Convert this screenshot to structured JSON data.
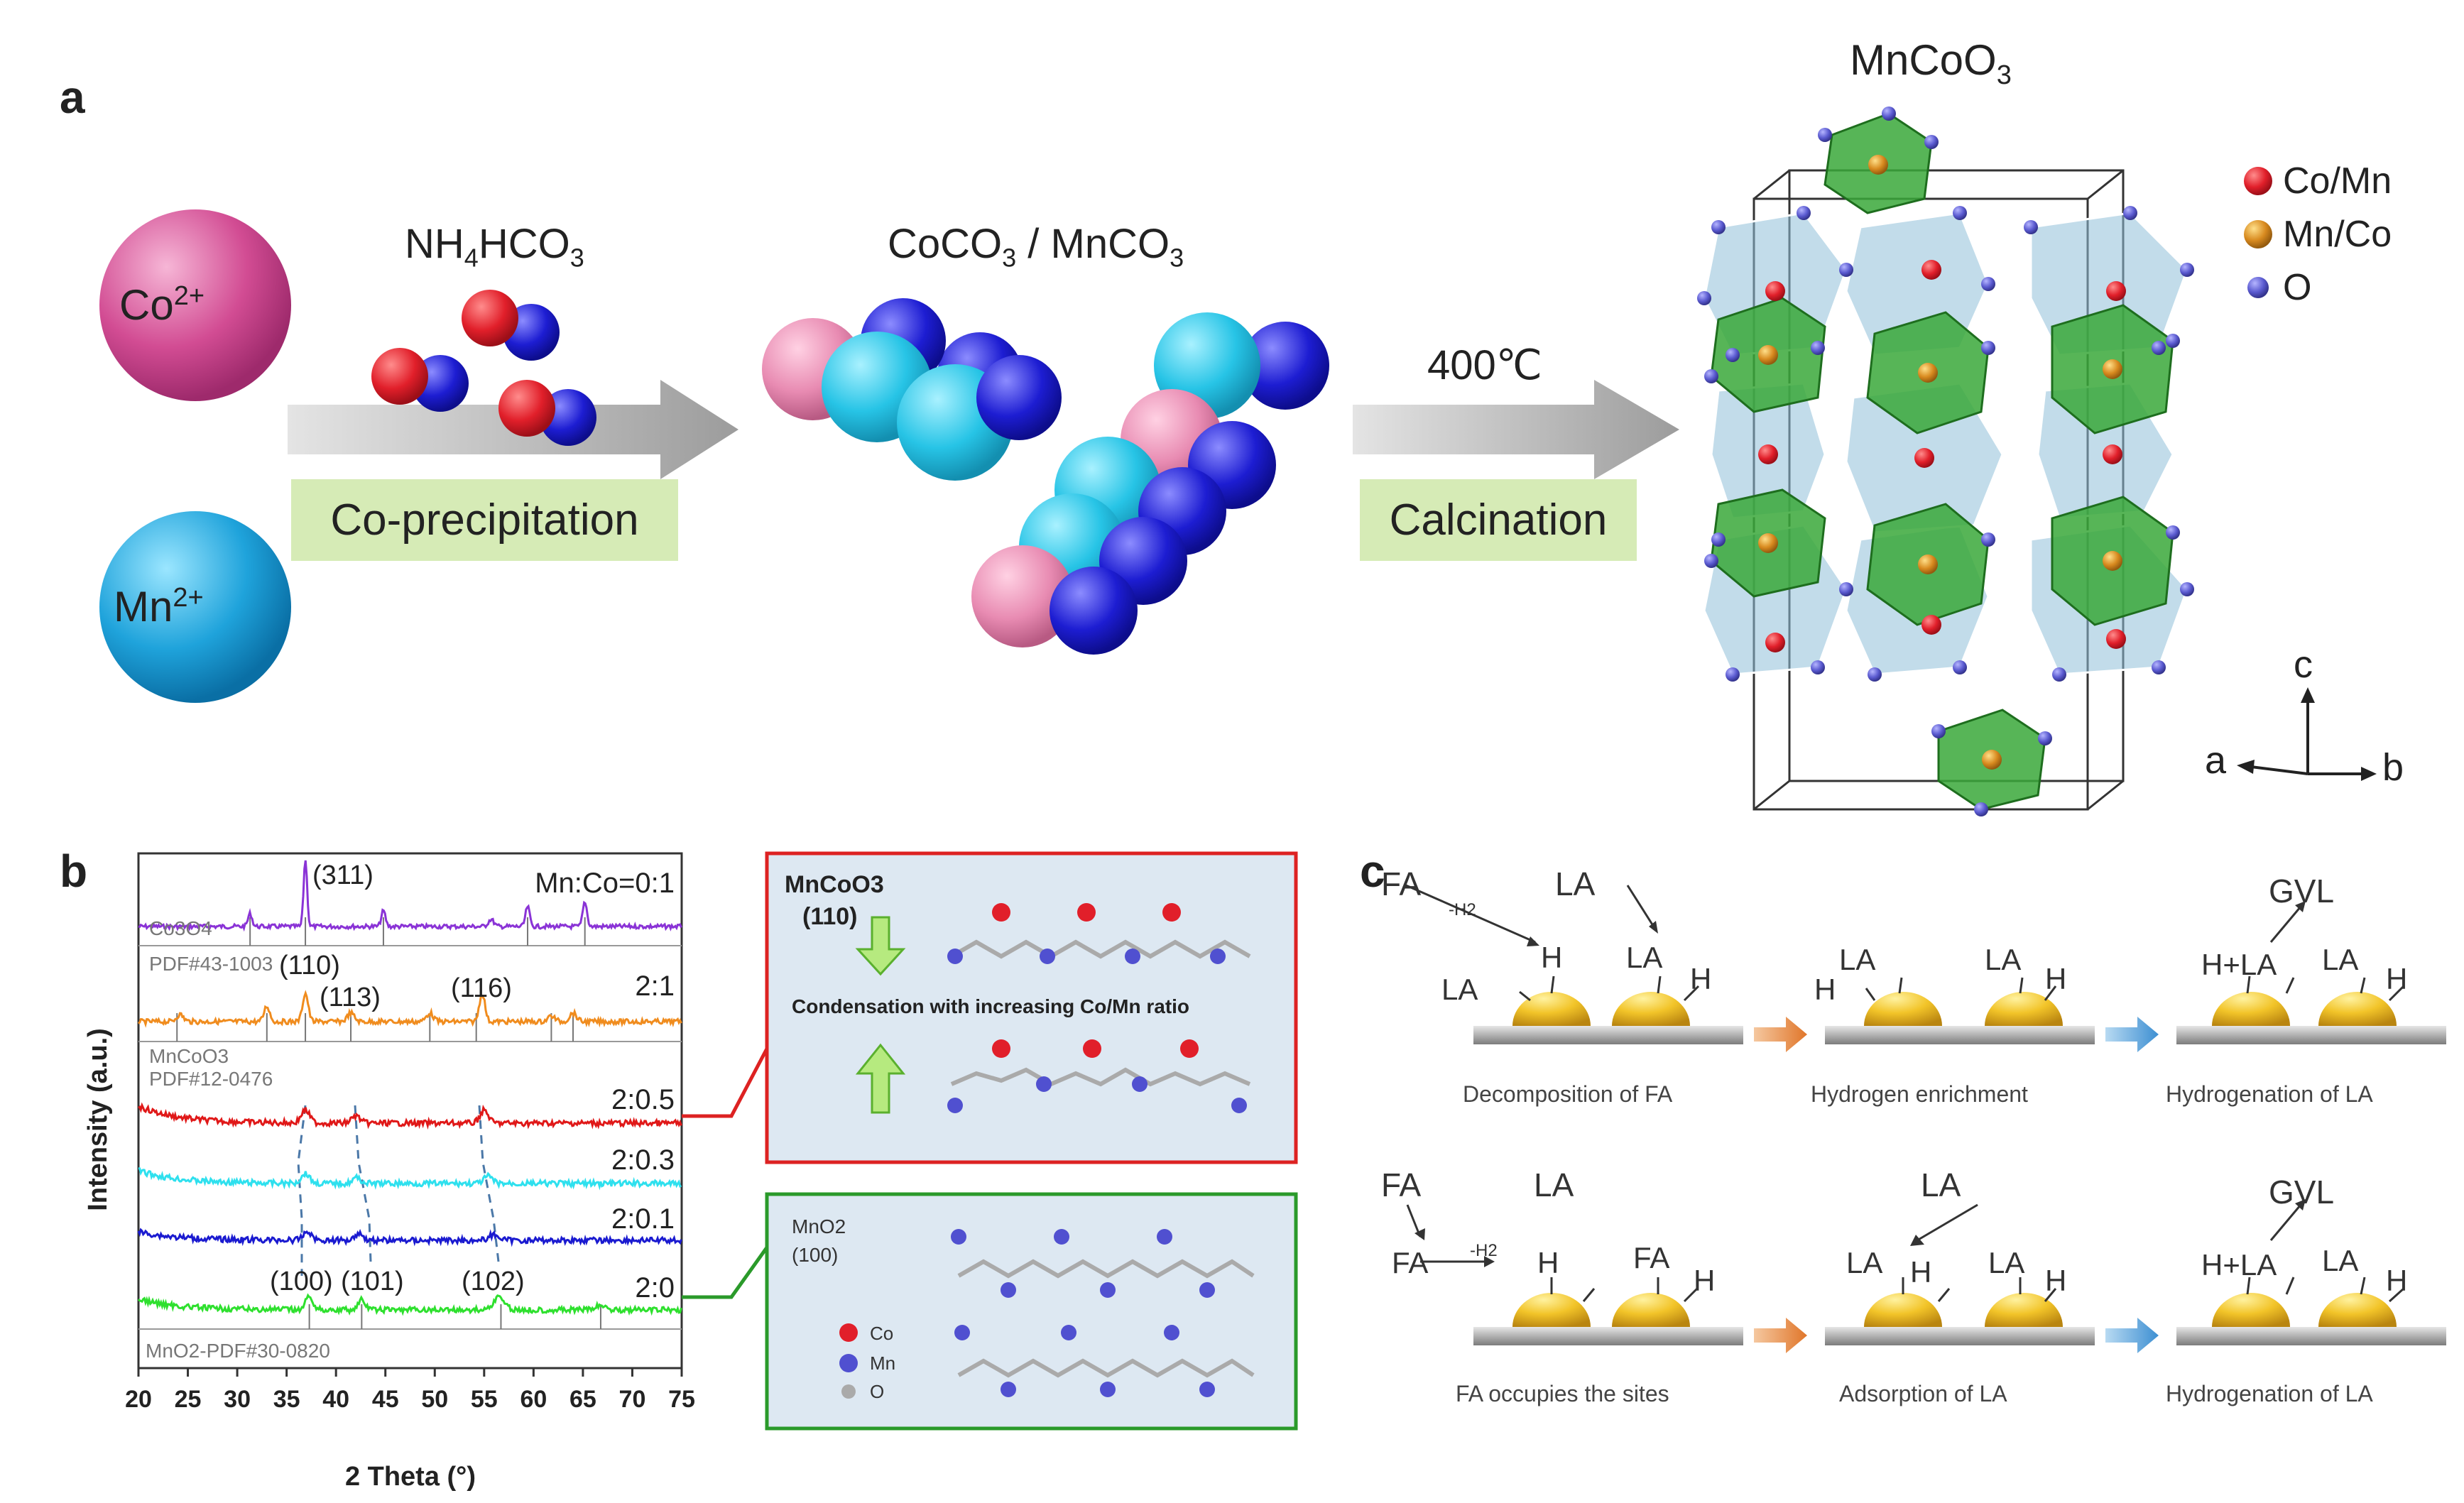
{
  "panels": {
    "a": "a",
    "b": "b",
    "c": "c"
  },
  "panel_a": {
    "ions": {
      "co": "Co2+",
      "co_base": "Co",
      "co_sup": "2+",
      "mn": "Mn2+",
      "mn_base": "Mn",
      "mn_sup": "2+"
    },
    "reagent": {
      "base": "NH",
      "sub1": "4",
      "mid": "HCO",
      "sub2": "3"
    },
    "step1_label": "Co-precipitation",
    "intermediate": {
      "text": "CoCO",
      "sub1": "3",
      "mid": " / MnCO",
      "sub2": "3"
    },
    "temperature": "400℃",
    "step2_label": "Calcination",
    "product": {
      "base": "MnCoO",
      "sub": "3"
    },
    "legend": [
      {
        "label": "Co/Mn",
        "color": "#d0212e"
      },
      {
        "label": "Mn/Co",
        "color": "#d88a1f"
      },
      {
        "label": "O",
        "color": "#5a5ad0"
      }
    ],
    "axes": {
      "c": "c",
      "a": "a",
      "b": "b"
    }
  },
  "panel_b": {
    "xrd_chart": {
      "ylabel": "Intensity (a.u.)",
      "xlabel": "2 Theta (°)",
      "xticks": [
        "20",
        "25",
        "30",
        "35",
        "40",
        "45",
        "50",
        "55",
        "60",
        "65",
        "70",
        "75"
      ]
    },
    "series_labels": [
      "Mn:Co=0:1",
      "2:1",
      "2:0.5",
      "2:0.3",
      "2:0.1",
      "2:0"
    ],
    "reference_labels": {
      "co3o4": "Co3O4",
      "pdf43": "PDF#43-1003",
      "mncoo3": "MnCoO3",
      "pdf12": "PDF#12-0476",
      "mno2": "MnO2-PDF#30-0820"
    },
    "peak_labels": [
      "(311)",
      "(110)",
      "(113)",
      "(116)",
      "(100)",
      "(101)",
      "(102)"
    ],
    "inset_top": {
      "title": "MnCoO3",
      "plane": "(110)",
      "caption": "Condensation with increasing Co/Mn ratio"
    },
    "inset_bottom": {
      "title": "MnO2",
      "plane": "(100)",
      "legend": [
        "Co",
        "Mn",
        "O"
      ]
    },
    "colors": {
      "purple": "#8a33d6",
      "orange": "#f08c1e",
      "red": "#e01818",
      "cyan": "#2ee0ee",
      "blue": "#1a1ad0",
      "green": "#2ee02e"
    }
  },
  "panel_c": {
    "row1": {
      "labels": [
        "FA",
        "-H2",
        "LA",
        "H",
        "LA",
        "LA",
        "H",
        "GVL"
      ],
      "captions": [
        "Decomposition of FA",
        "Hydrogen enrichment",
        "Hydrogenation of LA"
      ]
    },
    "row2": {
      "labels": [
        "FA",
        "LA",
        "FA",
        "-H2",
        "H",
        "FA",
        "H",
        "LA",
        "LA",
        "H",
        "LA",
        "H",
        "GVL"
      ],
      "captions": [
        "FA occupies the sites",
        "Adsorption of LA",
        "Hydrogenation of LA"
      ]
    },
    "site_labels": {
      "h": "H",
      "la": "LA",
      "fa": "FA",
      "hla": "H+LA",
      "gvl": "GVL",
      "h2": "-H2"
    }
  }
}
